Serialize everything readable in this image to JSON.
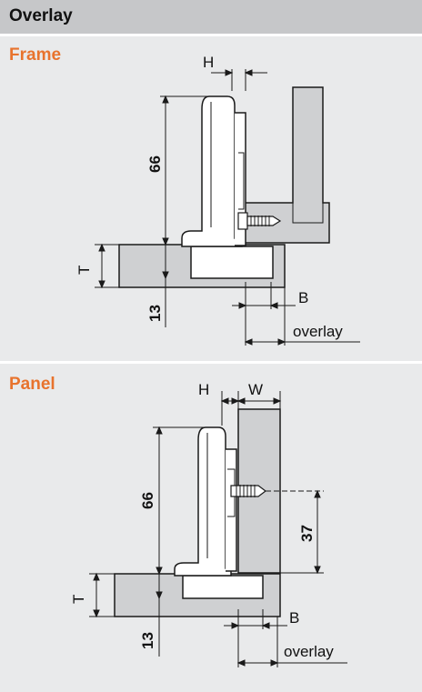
{
  "header": {
    "title": "Overlay"
  },
  "sections": {
    "frame": {
      "title": "Frame",
      "labels": {
        "h": "H",
        "height": "66",
        "t": "T",
        "depth": "13",
        "b": "B",
        "overlay": "overlay"
      }
    },
    "panel": {
      "title": "Panel",
      "labels": {
        "h": "H",
        "w": "W",
        "height": "66",
        "screw": "37",
        "t": "T",
        "depth": "13",
        "b": "B",
        "overlay": "overlay"
      }
    }
  },
  "colors": {
    "header_bg": "#c6c7c9",
    "panel_bg": "#e9eaeb",
    "accent": "#e8732d",
    "part_fill": "#cfd0d2",
    "line": "#1a1a1a"
  }
}
